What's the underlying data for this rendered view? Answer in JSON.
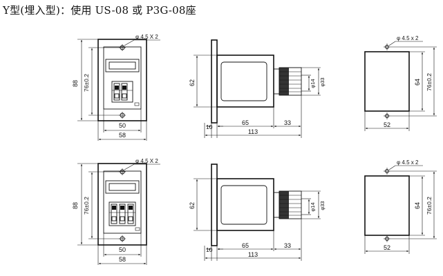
{
  "title": "Y型(埋入型)：使用 US-08 或 P3G-08座",
  "dims": {
    "hole": "φ 4.5 X 2",
    "hole_alt": "φ 4.5 x 2",
    "height_outer": "88",
    "height_inner": "76±0.2",
    "width_inner": "50",
    "width_outer": "58",
    "side_height": "62",
    "panel": "10",
    "body_depth": "65",
    "socket_depth": "33",
    "total_depth": "113",
    "dia_small": "φ14",
    "dia_large": "φ33",
    "cutout_width": "52",
    "cutout_height": "64"
  }
}
